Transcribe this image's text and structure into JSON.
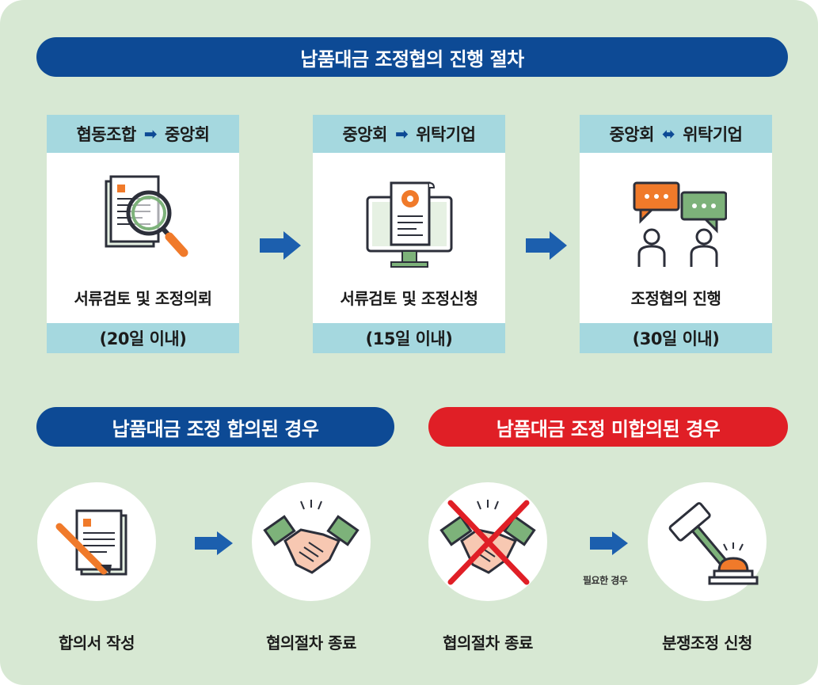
{
  "title": "납품대금 조정협의 진행 절차",
  "steps": [
    {
      "from": "협동조합",
      "arrow": "➡",
      "to": "중앙회",
      "label": "서류검토 및 조정의뢰",
      "period": "(20일 이내)",
      "icon": "document-search-icon"
    },
    {
      "from": "중앙회",
      "arrow": "➡",
      "to": "위탁기업",
      "label": "서류검토 및 조정신청",
      "period": "(15일 이내)",
      "icon": "monitor-document-icon"
    },
    {
      "from": "중앙회",
      "arrow": "⬌",
      "to": "위탁기업",
      "label": "조정협의 진행",
      "period": "(30일 이내)",
      "icon": "people-chat-icon"
    }
  ],
  "agreed": {
    "title": "납품대금 조정 합의된 경우",
    "items": [
      {
        "label": "합의서 작성",
        "icon": "document-pen-icon"
      },
      {
        "label": "협의절차 종료",
        "icon": "handshake-icon"
      }
    ]
  },
  "not_agreed": {
    "title": "남품대금 조정 미합의된 경우",
    "items": [
      {
        "label": "협의절차 종료",
        "icon": "handshake-crossed-icon"
      },
      {
        "label": "분쟁조정 신청",
        "icon": "gavel-icon"
      }
    ],
    "arrow_note": "필요한 경우"
  },
  "colors": {
    "background": "#d7e8d3",
    "primary": "#0d4a95",
    "danger": "#e01f26",
    "band": "#a5d8df"
  }
}
